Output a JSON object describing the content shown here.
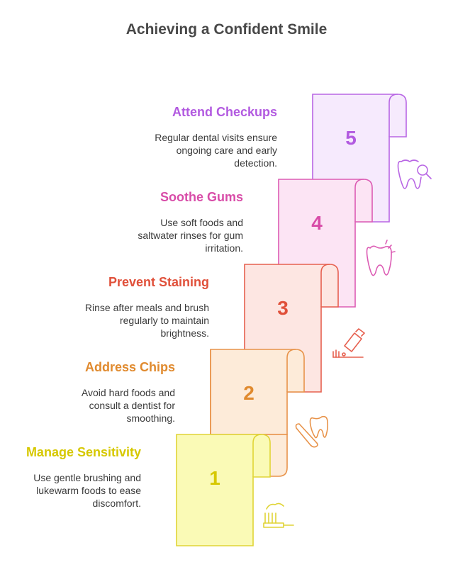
{
  "title": "Achieving a Confident Smile",
  "steps": [
    {
      "number": "1",
      "title": "Manage Sensitivity",
      "desc": [
        "Use gentle brushing and",
        "lukewarm foods to ease",
        "discomfort."
      ],
      "color": "#d6c800",
      "fill": "#fafab6",
      "stroke": "#e0d436",
      "icon": "toothpaste-toothbrush-icon"
    },
    {
      "number": "2",
      "title": "Address Chips",
      "desc": [
        "Avoid hard foods and",
        "consult a dentist for",
        "smoothing."
      ],
      "color": "#e08a2e",
      "fill": "#fdebd9",
      "stroke": "#e8934a",
      "icon": "tooth-dental-tool-icon"
    },
    {
      "number": "3",
      "title": "Prevent Staining",
      "desc": [
        "Rinse after meals and brush",
        "regularly to maintain",
        "brightness."
      ],
      "color": "#e0503a",
      "fill": "#fde6e2",
      "stroke": "#e6604f",
      "icon": "toothbrush-paste-tube-icon"
    },
    {
      "number": "4",
      "title": "Soothe Gums",
      "desc": [
        "Use soft foods and",
        "saltwater rinses for gum",
        "irritation."
      ],
      "color": "#d84ca8",
      "fill": "#fce4f4",
      "stroke": "#dc5cb4",
      "icon": "sore-tooth-icon"
    },
    {
      "number": "5",
      "title": "Attend Checkups",
      "desc": [
        "Regular dental visits ensure",
        "ongoing care and early",
        "detection."
      ],
      "color": "#b25ae0",
      "fill": "#f6eafd",
      "stroke": "#b866e4",
      "icon": "tooth-magnifier-icon"
    }
  ]
}
